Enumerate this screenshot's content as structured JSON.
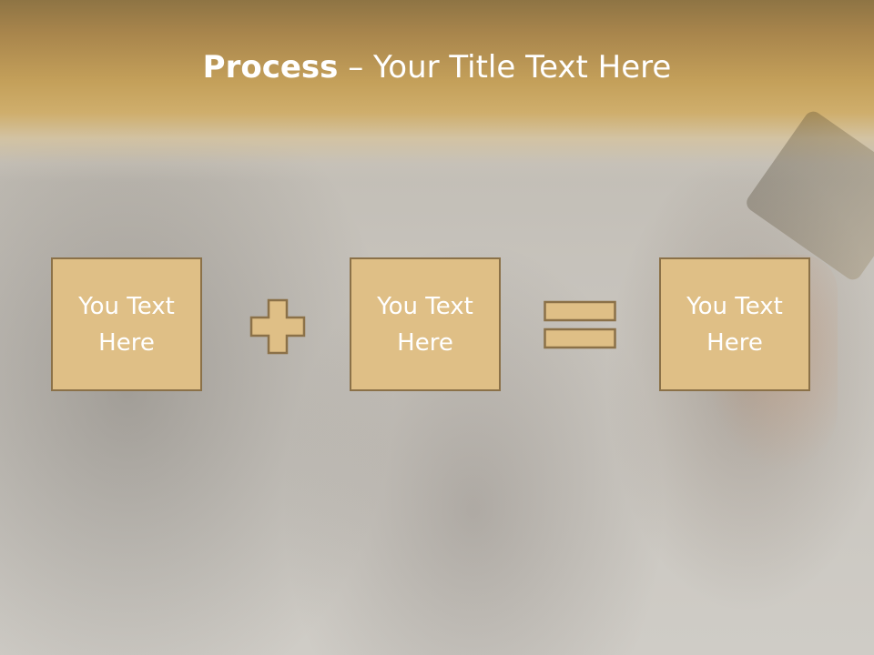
{
  "slide": {
    "title_bold": "Process",
    "title_separator": " – ",
    "title_rest": "Your Title Text Here",
    "boxes": [
      {
        "line1": "You Text",
        "line2": "Here"
      },
      {
        "line1": "You Text",
        "line2": "Here"
      },
      {
        "line1": "You Text",
        "line2": "Here"
      }
    ],
    "operators": [
      "plus-icon",
      "equals-icon"
    ]
  },
  "colors": {
    "box_fill": "#dfbf86",
    "box_border": "#8b7148",
    "title_bar": "#c4a05a",
    "text": "#ffffff"
  }
}
